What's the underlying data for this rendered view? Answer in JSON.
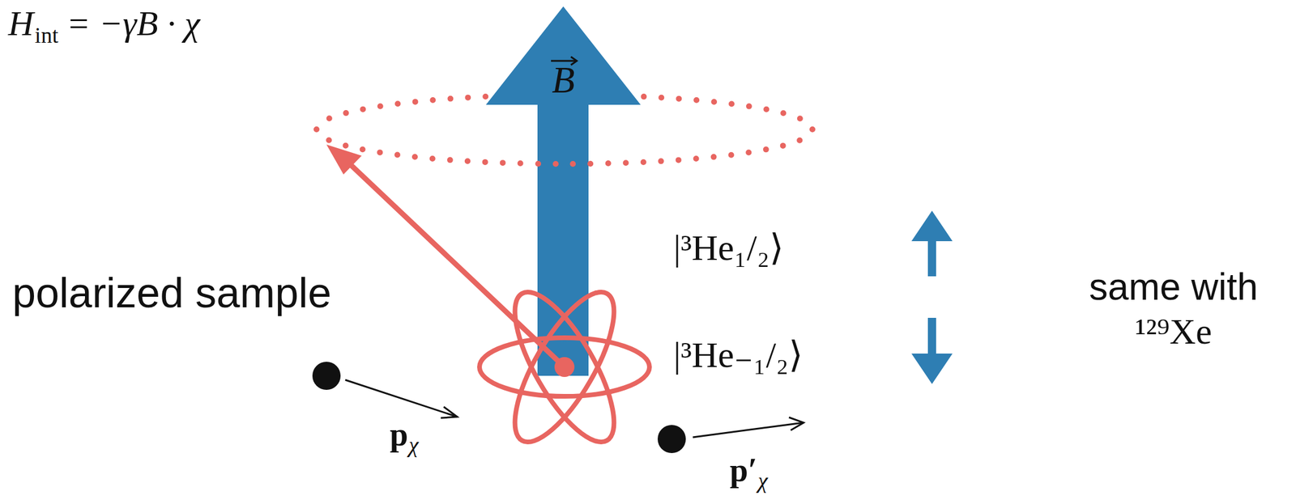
{
  "diagram": {
    "labels": [
      "H",
      "int",
      "= −γB · χ",
      "B",
      "|³He₁/₂⟩",
      "|³He₋₁/₂⟩",
      "polarized sample",
      "same with",
      "¹²⁹Xe",
      "p",
      "χ",
      "p′",
      "χ"
    ]
  }
}
